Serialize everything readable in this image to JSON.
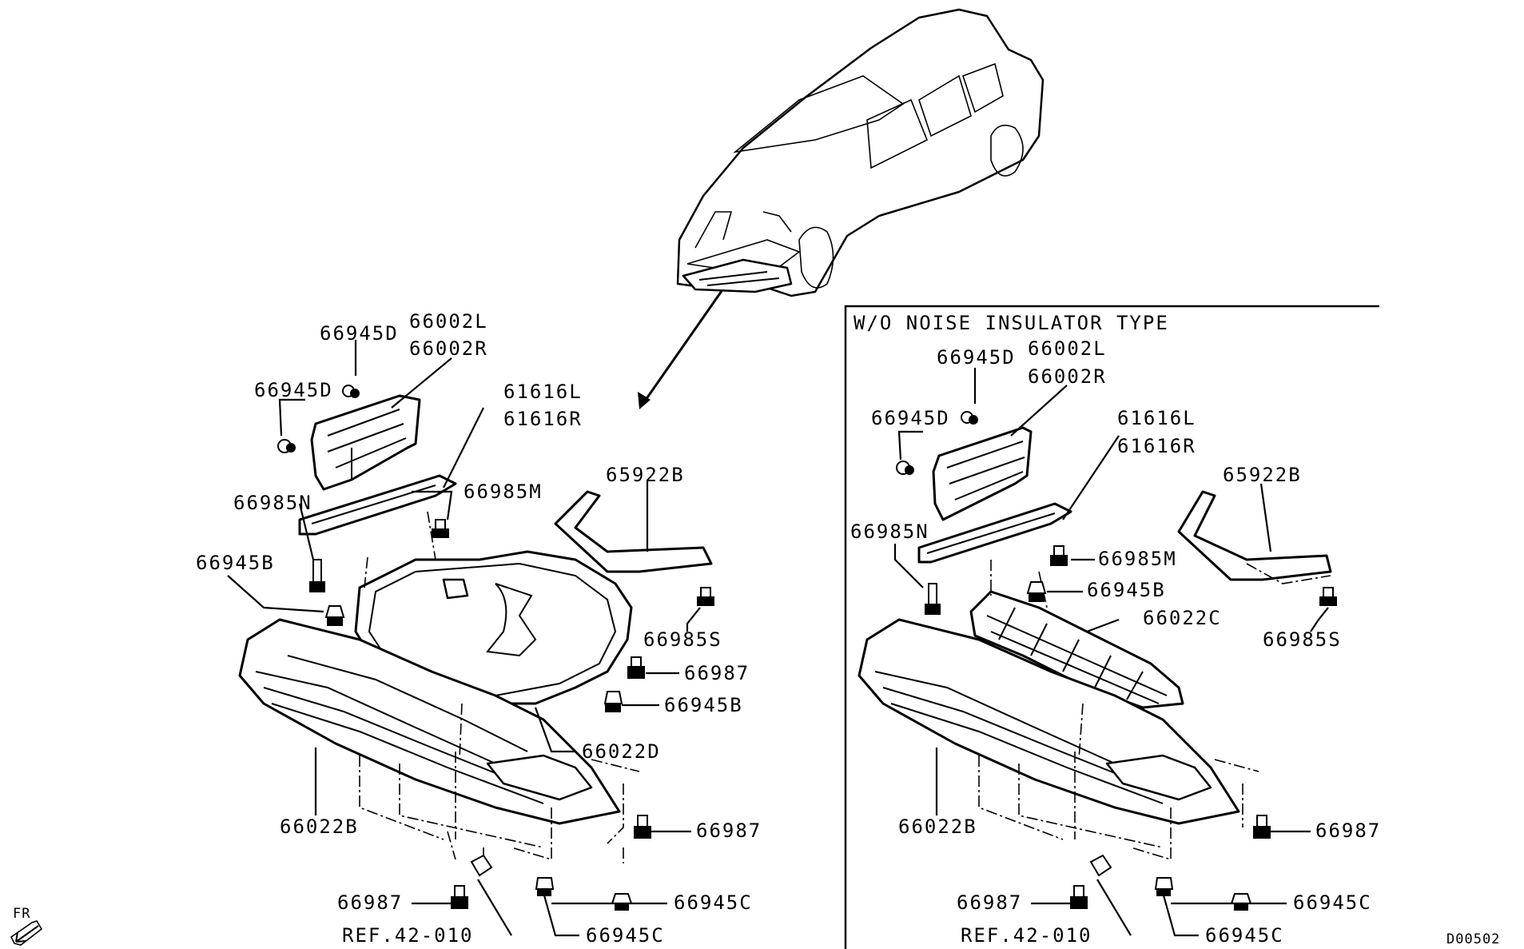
{
  "inset_title": "W/O NOISE INSULATOR TYPE",
  "diagram_code": "D00502",
  "direction": "FR",
  "left": {
    "p66945D_a": "66945D",
    "p66945D_b": "66945D",
    "p66002L": "66002L",
    "p66002R": "66002R",
    "p61616L": "61616L",
    "p61616R": "61616R",
    "p66985M": "66985M",
    "p66985N": "66985N",
    "p65922B": "65922B",
    "p66945B_a": "66945B",
    "p66985S": "66985S",
    "p66987_a": "66987",
    "p66945B_b": "66945B",
    "p66022D": "66022D",
    "p66022B": "66022B",
    "p66987_b": "66987",
    "p66987_c": "66987",
    "p66945C_a": "66945C",
    "ref": "REF.42-010",
    "p66945C_b": "66945C"
  },
  "right": {
    "p66945D_a": "66945D",
    "p66002L": "66002L",
    "p66002R": "66002R",
    "p66945D_b": "66945D",
    "p61616L": "61616L",
    "p61616R": "61616R",
    "p65922B": "65922B",
    "p66985N": "66985N",
    "p66985M": "66985M",
    "p66945B": "66945B",
    "p66022C": "66022C",
    "p66985S": "66985S",
    "p66022B": "66022B",
    "p66987_a": "66987",
    "p66987_b": "66987",
    "p66945C_a": "66945C",
    "ref": "REF.42-010",
    "p66945C_b": "66945C"
  }
}
